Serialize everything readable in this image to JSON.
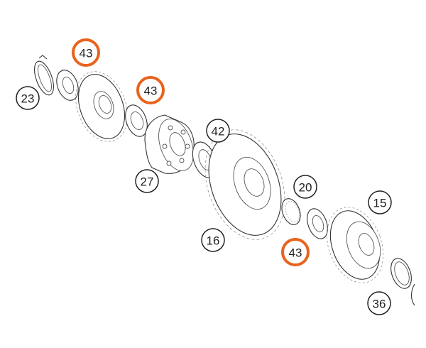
{
  "diagram": {
    "callouts": [
      {
        "id": "c43a",
        "label": "43",
        "highlighted": true
      },
      {
        "id": "c23",
        "label": "23",
        "highlighted": false
      },
      {
        "id": "c43b",
        "label": "43",
        "highlighted": true
      },
      {
        "id": "c42",
        "label": "42",
        "highlighted": false
      },
      {
        "id": "c27",
        "label": "27",
        "highlighted": false
      },
      {
        "id": "c20",
        "label": "20",
        "highlighted": false
      },
      {
        "id": "c15",
        "label": "15",
        "highlighted": false
      },
      {
        "id": "c16",
        "label": "16",
        "highlighted": false
      },
      {
        "id": "c43c",
        "label": "43",
        "highlighted": true
      },
      {
        "id": "c36",
        "label": "36",
        "highlighted": false
      }
    ],
    "colors": {
      "highlight_ring": "#e8641e",
      "normal_ring": "#222222",
      "line_art": "#333333"
    }
  }
}
